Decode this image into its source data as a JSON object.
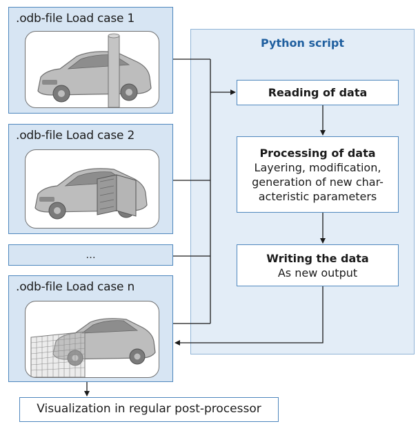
{
  "load_cases": [
    {
      "label": ".odb-file Load case 1",
      "image_icon": "car-with-pole-icon"
    },
    {
      "label": ".odb-file Load case 2",
      "image_icon": "car-with-open-door-icon"
    },
    {
      "label": ".odb-file Load case n",
      "image_icon": "car-with-barrier-mesh-icon"
    }
  ],
  "ellipsis": "...",
  "python": {
    "title": "Python script",
    "steps": {
      "read": {
        "title": "Reading of data"
      },
      "process": {
        "title": "Processing of data",
        "lines": [
          "Layering, modification,",
          "generation of new char-",
          "acteristic parameters"
        ]
      },
      "write": {
        "title": "Writing the data",
        "lines": [
          "As new output"
        ]
      }
    }
  },
  "output": "Visualization in regular post-processor",
  "colors": {
    "box_fill": "#d7e5f3",
    "box_border": "#4d86bd",
    "panel_fill": "#e3edf7",
    "title_blue": "#1f5f9f"
  }
}
